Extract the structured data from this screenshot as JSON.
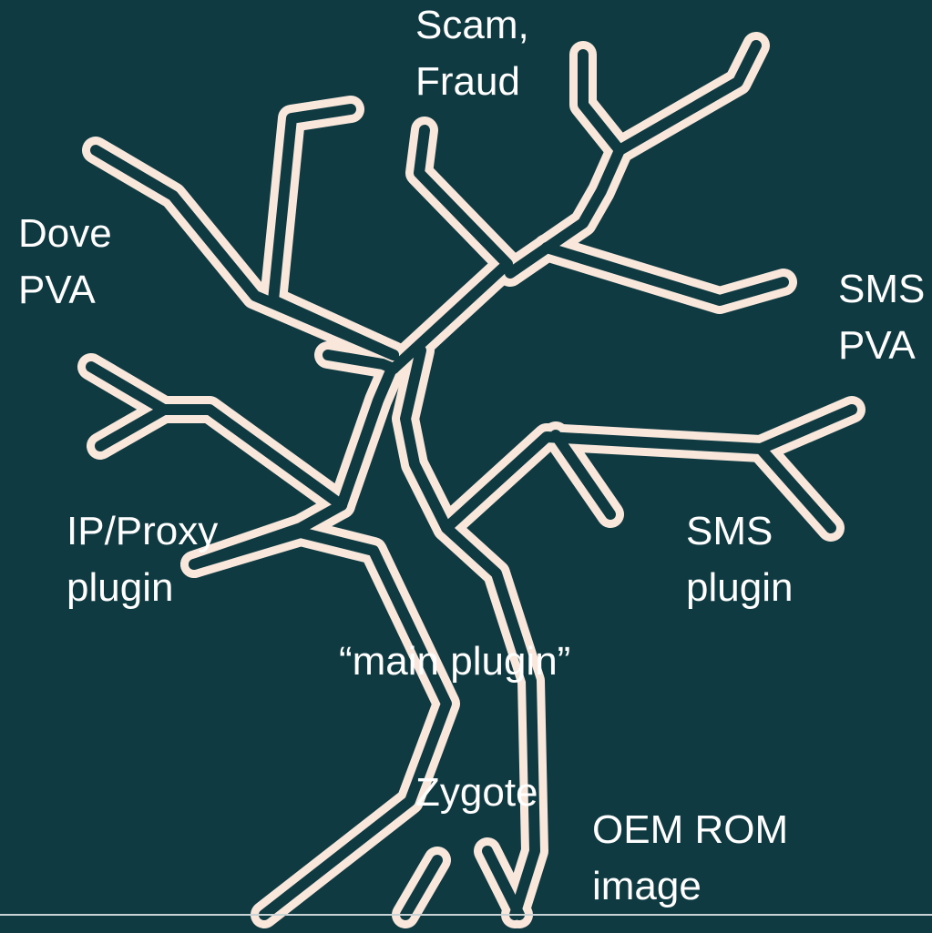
{
  "colors": {
    "background": "#0f3a42",
    "branch_outline": "#f9e7dc",
    "label_text": "#ffffff"
  },
  "labels": {
    "scam_fraud": [
      "Scam,",
      "Fraud"
    ],
    "dove_pva": [
      "Dove",
      "PVA"
    ],
    "sms_pva": [
      "SMS",
      "PVA"
    ],
    "ip_proxy_plugin": [
      "IP/Proxy",
      "plugin"
    ],
    "sms_plugin": [
      "SMS",
      "plugin"
    ],
    "main_plugin": "“main plugin”",
    "zygote": "Zygote",
    "oem_rom_image": [
      "OEM ROM",
      "image"
    ]
  }
}
